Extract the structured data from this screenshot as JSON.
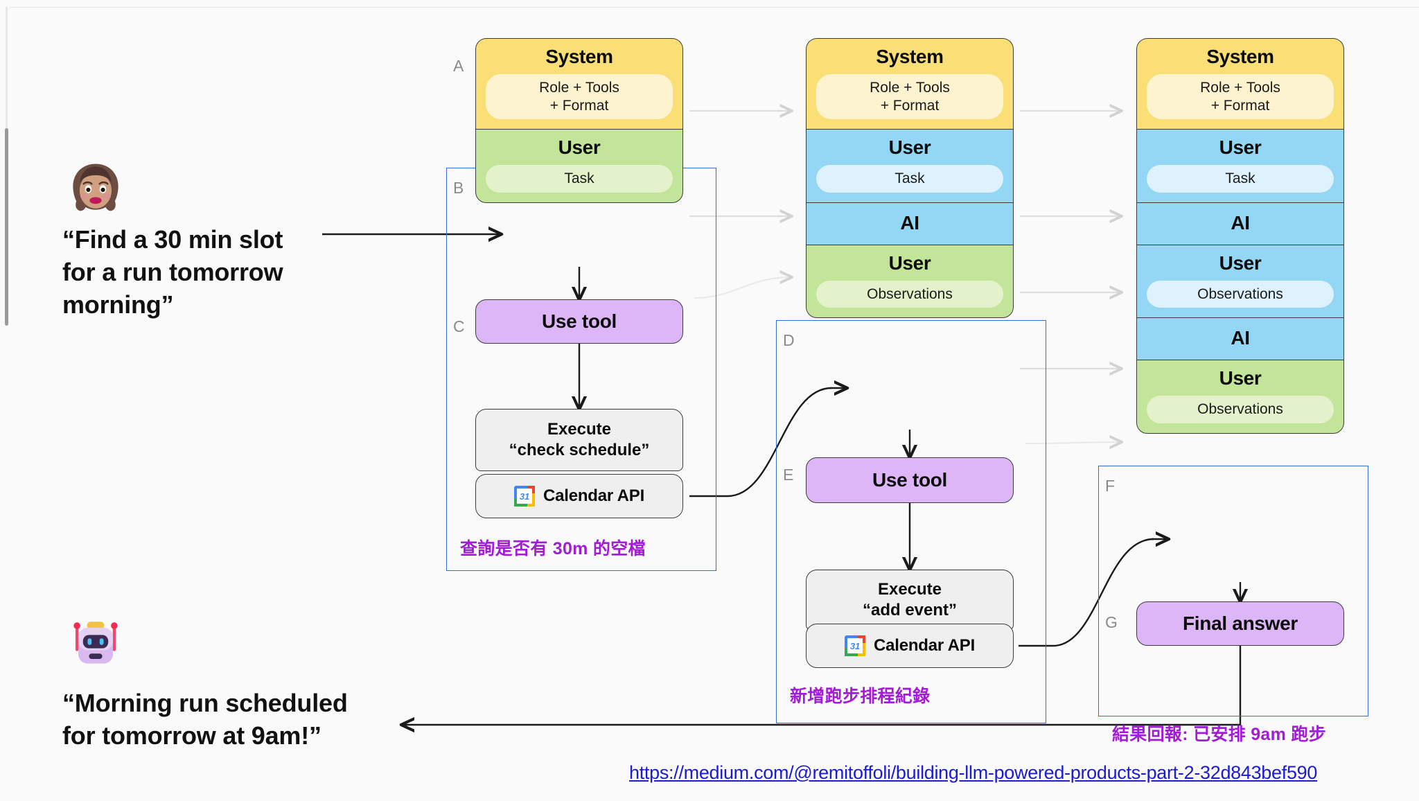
{
  "conversation": {
    "user": {
      "avatar_icon": "woman-emoji",
      "quote_lines": [
        "“Find a 30 min slot",
        "for a run tomorrow",
        "morning”"
      ]
    },
    "assistant": {
      "avatar_icon": "robot-emoji",
      "quote_lines": [
        "“Morning run scheduled",
        "for tomorrow at 9am!”"
      ]
    }
  },
  "labels": {
    "system": "System",
    "user": "User",
    "ai": "AI",
    "role_tools_format": "Role + Tools\n+ Format",
    "task": "Task",
    "observations": "Observations",
    "use_tool": "Use tool",
    "final_answer": "Final answer",
    "calendar_api": "Calendar API",
    "calendar_icon_day": "31"
  },
  "steps": {
    "a": "A",
    "b": "B",
    "c": "C",
    "d": "D",
    "e": "E",
    "f": "F",
    "g": "G"
  },
  "columns": [
    {
      "id": "turn-1",
      "stack": [
        {
          "role": "System",
          "state": "active",
          "chip": "Role + Tools\n+ Format"
        },
        {
          "role": "User",
          "state": "active",
          "chip": "Task"
        }
      ],
      "action": "Use tool",
      "execute": "Execute\n“check schedule”",
      "tool": "Calendar API",
      "annotation": "查詢是否有 30m 的空檔"
    },
    {
      "id": "turn-2",
      "stack": [
        {
          "role": "System",
          "state": "active",
          "chip": "Role + Tools\n+ Format"
        },
        {
          "role": "User",
          "state": "history",
          "chip": "Task"
        },
        {
          "role": "AI",
          "state": "history",
          "chip": ""
        },
        {
          "role": "User",
          "state": "active",
          "chip": "Observations"
        }
      ],
      "action": "Use tool",
      "execute": "Execute\n“add event”",
      "tool": "Calendar API",
      "annotation": "新增跑步排程紀錄"
    },
    {
      "id": "turn-3",
      "stack": [
        {
          "role": "System",
          "state": "active",
          "chip": "Role + Tools\n+ Format"
        },
        {
          "role": "User",
          "state": "history",
          "chip": "Task"
        },
        {
          "role": "AI",
          "state": "history",
          "chip": ""
        },
        {
          "role": "User",
          "state": "history",
          "chip": "Observations"
        },
        {
          "role": "AI",
          "state": "history",
          "chip": ""
        },
        {
          "role": "User",
          "state": "active",
          "chip": "Observations"
        }
      ],
      "action": "Final answer",
      "execute": "",
      "tool": "",
      "annotation": "結果回報: 已安排 9am 跑步"
    }
  ],
  "source_url": "https://medium.com/@remitoffoli/building-llm-powered-products-part-2-32d843bef590",
  "colors": {
    "system": "#fadf77",
    "user_active": "#c3e59a",
    "history": "#93d7f5",
    "tool": "#dcb6f7",
    "execute": "#efefef",
    "frame": "#2f6fd0",
    "annotation": "#a21bd6",
    "link": "#1b1bcf",
    "background": "#fafafa"
  }
}
